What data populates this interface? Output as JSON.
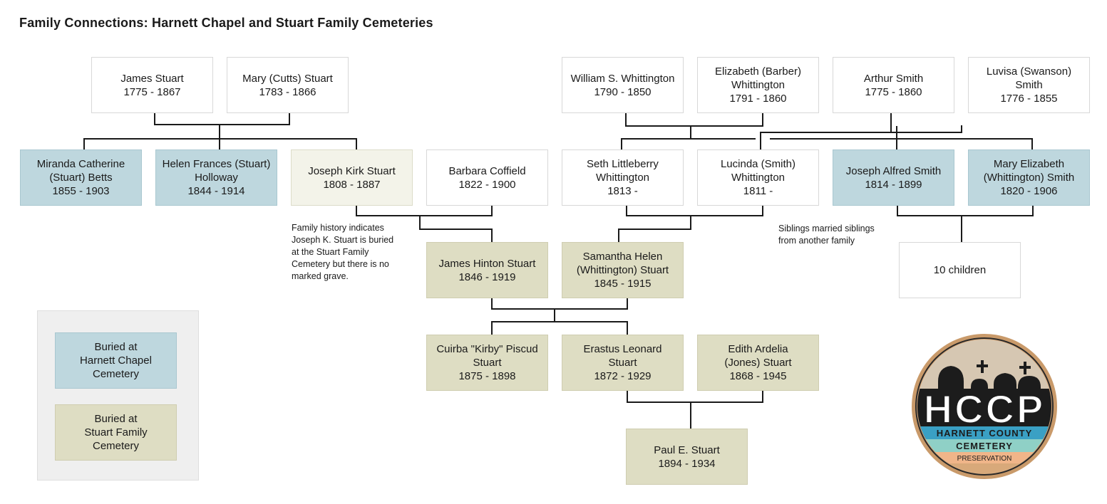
{
  "title": "Family Connections: Harnett Chapel and Stuart Family Cemeteries",
  "colors": {
    "harnett_chapel": "#bed7de",
    "stuart_family": "#deddc3",
    "joseph_kirk_highlight": "#f3f3e9",
    "plain": "#ffffff",
    "line": "#1a1a1a"
  },
  "people": {
    "james_stuart": {
      "line1": "James Stuart",
      "line2": "1775 - 1867"
    },
    "mary_cutts_stuart": {
      "line1": "Mary (Cutts) Stuart",
      "line2": "1783 - 1866"
    },
    "william_whittington": {
      "line1": "William S. Whittington",
      "line2": "1790 - 1850"
    },
    "elizabeth_barber": {
      "line1": "Elizabeth (Barber)",
      "line2": "Whittington",
      "line3": "1791 - 1860"
    },
    "arthur_smith": {
      "line1": "Arthur Smith",
      "line2": "1775 - 1860"
    },
    "luvisa_swanson": {
      "line1": "Luvisa (Swanson)",
      "line2": "Smith",
      "line3": "1776 - 1855"
    },
    "miranda_betts": {
      "line1": "Miranda Catherine",
      "line2": "(Stuart) Betts",
      "line3": "1855 - 1903"
    },
    "helen_holloway": {
      "line1": "Helen Frances (Stuart)",
      "line2": "Holloway",
      "line3": "1844 - 1914"
    },
    "joseph_kirk_stuart": {
      "line1": "Joseph Kirk Stuart",
      "line2": "1808 - 1887"
    },
    "barbara_coffield": {
      "line1": "Barbara Coffield",
      "line2": "1822 - 1900"
    },
    "seth_whittington": {
      "line1": "Seth Littleberry",
      "line2": "Whittington",
      "line3": "1813 -"
    },
    "lucinda_smith": {
      "line1": "Lucinda (Smith)",
      "line2": "Whittington",
      "line3": "1811 -"
    },
    "joseph_alfred_smith": {
      "line1": "Joseph Alfred Smith",
      "line2": "1814 - 1899"
    },
    "mary_elizabeth_smith": {
      "line1": "Mary Elizabeth",
      "line2": "(Whittington) Smith",
      "line3": "1820 - 1906"
    },
    "james_hinton_stuart": {
      "line1": "James Hinton Stuart",
      "line2": "1846 - 1919"
    },
    "samantha_stuart": {
      "line1": "Samantha Helen",
      "line2": "(Whittington) Stuart",
      "line3": "1845 - 1915"
    },
    "ten_children": {
      "line1": "10 children"
    },
    "cuirba_stuart": {
      "line1": "Cuirba \"Kirby\" Piscud",
      "line2": "Stuart",
      "line3": "1875 - 1898"
    },
    "erastus_stuart": {
      "line1": "Erastus Leonard",
      "line2": "Stuart",
      "line3": "1872 - 1929"
    },
    "edith_stuart": {
      "line1": "Edith Ardelia",
      "line2": "(Jones) Stuart",
      "line3": "1868 - 1945"
    },
    "paul_stuart": {
      "line1": "Paul E. Stuart",
      "line2": "1894 - 1934"
    }
  },
  "notes": {
    "joseph_kirk": {
      "line1": "Family history indicates",
      "line2": "Joseph K. Stuart is buried",
      "line3": "at the Stuart Family",
      "line4": "Cemetery but there is no",
      "line5": "marked grave."
    },
    "siblings": {
      "line1": "Siblings married siblings",
      "line2": "from another family"
    }
  },
  "legend": {
    "harnett": {
      "line1": "Buried at",
      "line2": "Harnett Chapel",
      "line3": "Cemetery"
    },
    "stuart": {
      "line1": "Buried at",
      "line2": "Stuart Family",
      "line3": "Cemetery"
    }
  },
  "logo": {
    "letters": "HCCP",
    "line1": "HARNETT COUNTY",
    "line2": "CEMETERY",
    "line3": "PRESERVATION"
  }
}
